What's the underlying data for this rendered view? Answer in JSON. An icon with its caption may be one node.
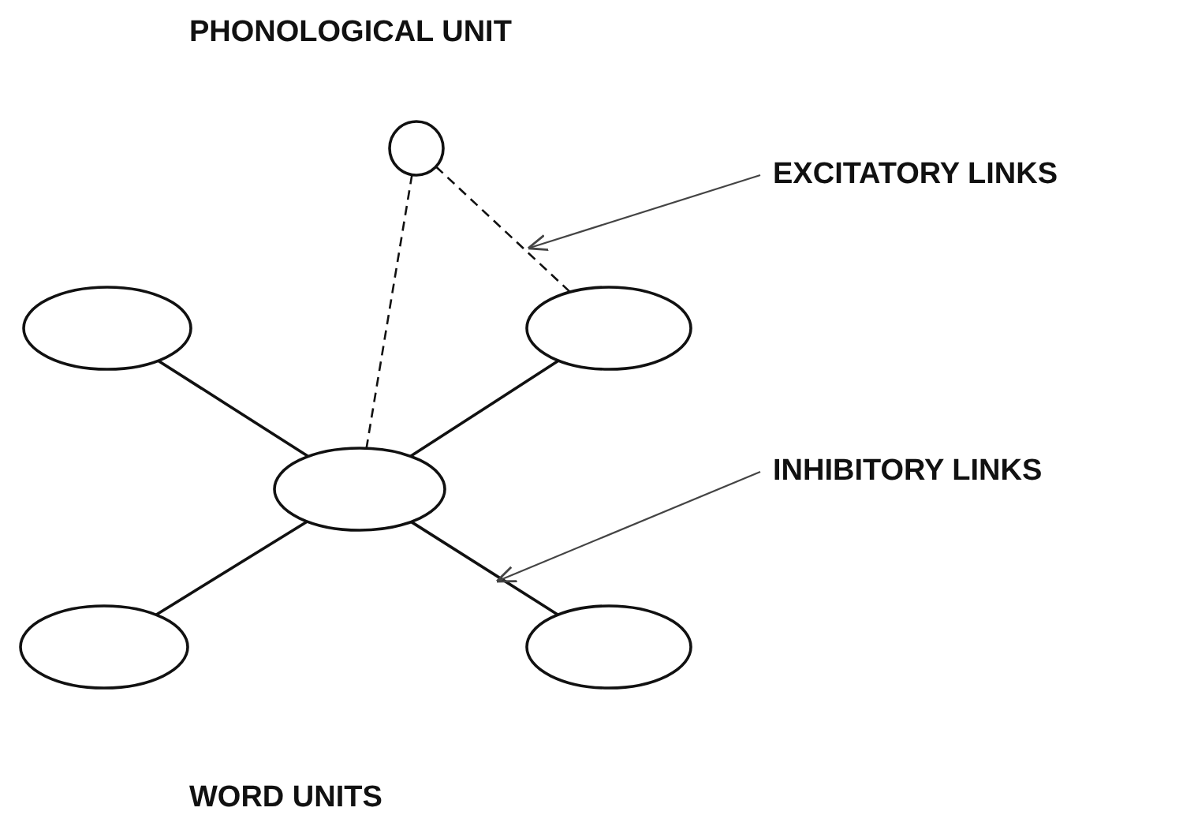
{
  "diagram": {
    "nodes": [
      {
        "text": [],
        "shape": "circle"
      },
      {
        "text": [],
        "shape": "ellipse"
      },
      {
        "text": [],
        "shape": "ellipse"
      },
      {
        "text": [],
        "shape": "ellipse"
      },
      {
        "text": [],
        "shape": "ellipse"
      },
      {
        "text": [],
        "shape": "ellipse"
      },
      {
        "text": [
          "EXCITATORY LINKS"
        ]
      },
      {
        "text": [
          "INHIBITORY LINKS"
        ]
      }
    ],
    "edges": [
      {
        "from": 0,
        "to": 3,
        "arrow": "none",
        "style": "dashed"
      },
      {
        "from": 0,
        "to": 2,
        "arrow": "none",
        "style": "dashed"
      },
      {
        "from": 3,
        "to": 1,
        "arrow": "none"
      },
      {
        "from": 3,
        "to": 2,
        "arrow": "none"
      },
      {
        "from": 3,
        "to": 4,
        "arrow": "none"
      },
      {
        "from": 3,
        "to": 5,
        "arrow": "none"
      },
      {
        "from": 6,
        "to": null,
        "arrow": "to"
      },
      {
        "from": 7,
        "to": null,
        "arrow": "to"
      }
    ],
    "labels": [
      "PHONOLOGICAL UNIT",
      "WORD UNITS"
    ]
  }
}
